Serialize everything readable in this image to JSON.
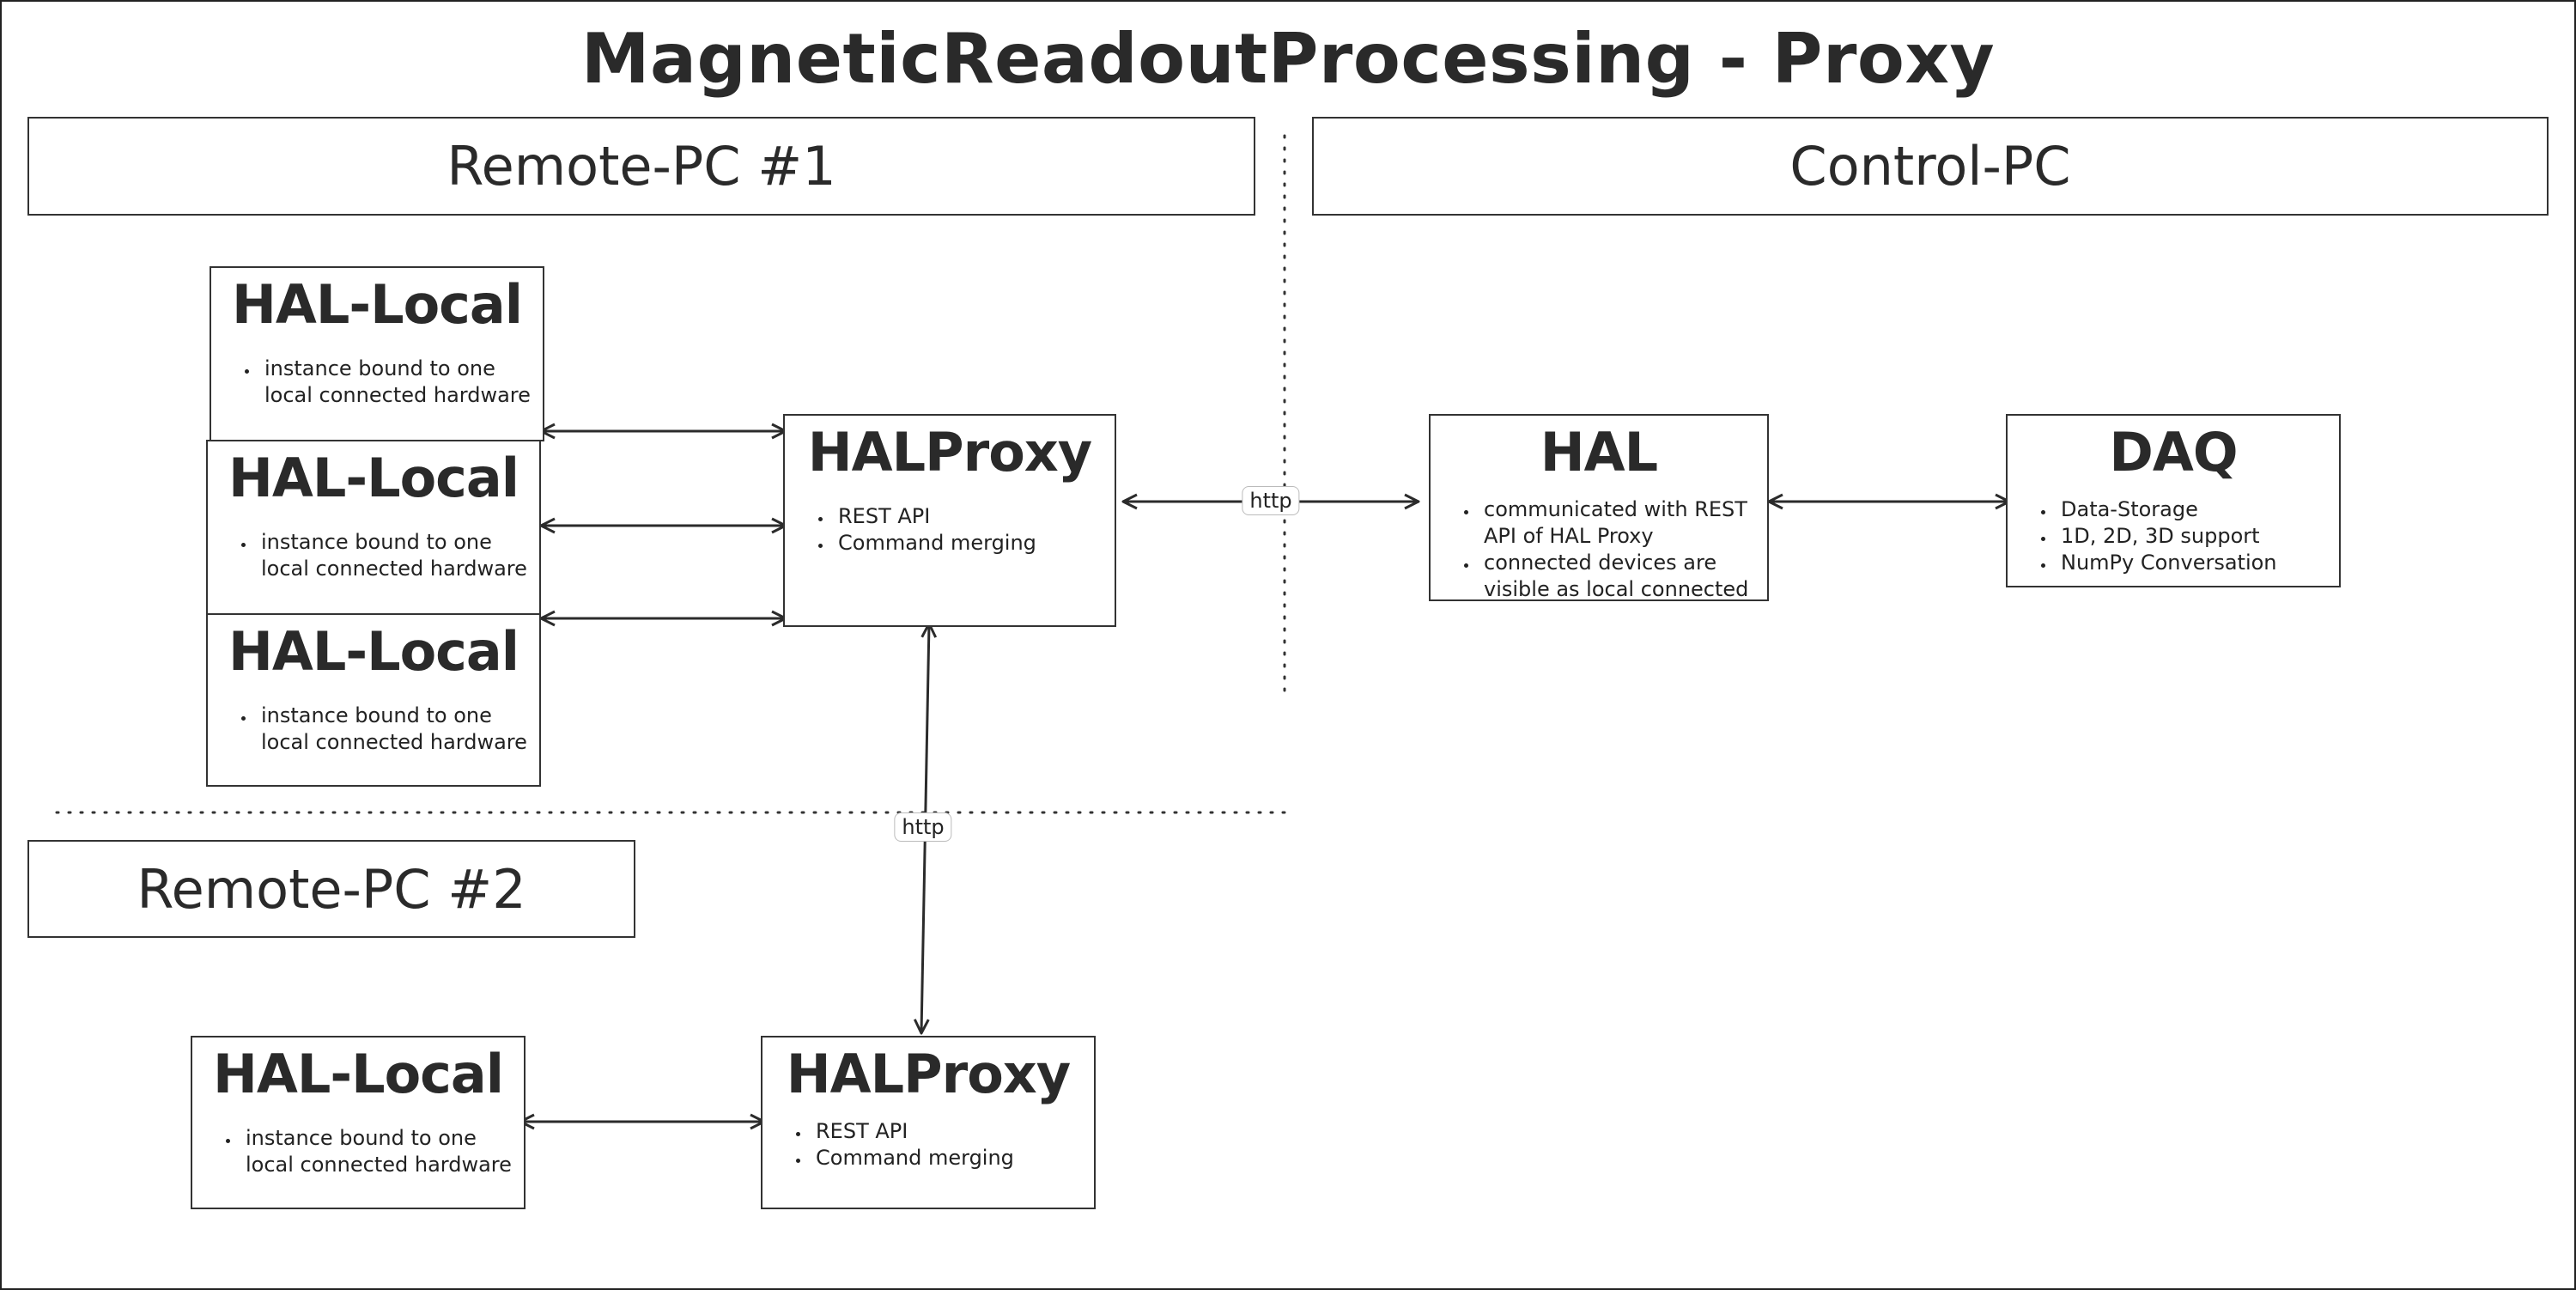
{
  "title": "MagneticReadoutProcessing - Proxy",
  "sections": {
    "remote_pc_1": "Remote-PC #1",
    "control_pc": "Control-PC",
    "remote_pc_2": "Remote-PC #2"
  },
  "nodes": {
    "hal_local_1": {
      "title": "HAL-Local",
      "bullets": [
        "instance bound to one local connected hardware"
      ]
    },
    "hal_local_2": {
      "title": "HAL-Local",
      "bullets": [
        "instance bound to one local connected hardware"
      ]
    },
    "hal_local_3": {
      "title": "HAL-Local",
      "bullets": [
        "instance bound to one local connected hardware"
      ]
    },
    "hal_proxy_1": {
      "title": "HALProxy",
      "bullets": [
        "REST API",
        "Command merging"
      ]
    },
    "hal": {
      "title": "HAL",
      "bullets": [
        "communicated with REST API of HAL Proxy",
        "connected devices are visible as local connected"
      ]
    },
    "daq": {
      "title": "DAQ",
      "bullets": [
        "Data-Storage",
        "1D, 2D, 3D support",
        "NumPy Conversation"
      ]
    },
    "hal_local_4": {
      "title": "HAL-Local",
      "bullets": [
        "instance bound to one local connected hardware"
      ]
    },
    "hal_proxy_2": {
      "title": "HALProxy",
      "bullets": [
        "REST API",
        "Command merging"
      ]
    }
  },
  "edges": [
    {
      "from": "hal_local_1",
      "to": "hal_proxy_1",
      "label": ""
    },
    {
      "from": "hal_local_2",
      "to": "hal_proxy_1",
      "label": ""
    },
    {
      "from": "hal_local_3",
      "to": "hal_proxy_1",
      "label": ""
    },
    {
      "from": "hal_proxy_1",
      "to": "hal",
      "label": "http"
    },
    {
      "from": "hal",
      "to": "daq",
      "label": ""
    },
    {
      "from": "hal_proxy_1",
      "to": "hal_proxy_2",
      "label": "http"
    },
    {
      "from": "hal_local_4",
      "to": "hal_proxy_2",
      "label": ""
    }
  ]
}
